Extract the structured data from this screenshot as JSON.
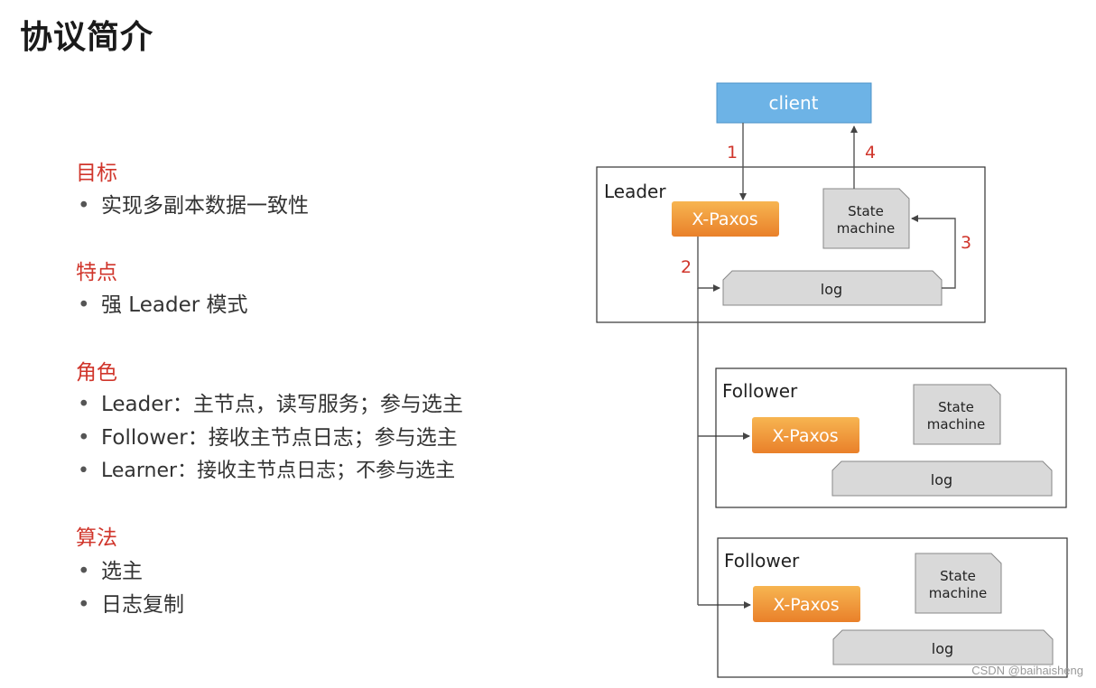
{
  "title": "协议简介",
  "sections": [
    {
      "heading": "目标",
      "items": [
        "实现多副本数据一致性"
      ]
    },
    {
      "heading": "特点",
      "items": [
        "强 Leader 模式"
      ]
    },
    {
      "heading": "角色",
      "items": [
        "Leader：主节点，读写服务；参与选主",
        "Follower：接收主节点日志；参与选主",
        "Learner：接收主节点日志；不参与选主"
      ]
    },
    {
      "heading": "算法",
      "items": [
        "选主",
        "日志复制"
      ]
    }
  ],
  "diagram": {
    "client_label": "client",
    "leader_label": "Leader",
    "follower_label": "Follower",
    "xpaxos_label": "X-Paxos",
    "state_machine_line1": "State",
    "state_machine_line2": "machine",
    "log_label": "log",
    "step_labels": [
      "1",
      "2",
      "3",
      "4"
    ]
  },
  "colors": {
    "client_fill": "#6db3e6",
    "xpaxos_fill_top": "#f7b551",
    "xpaxos_fill_bottom": "#e9802a",
    "section_red": "#d0352b",
    "gray_box": "#d9d9d9"
  },
  "watermark": "CSDN @baihaisheng"
}
